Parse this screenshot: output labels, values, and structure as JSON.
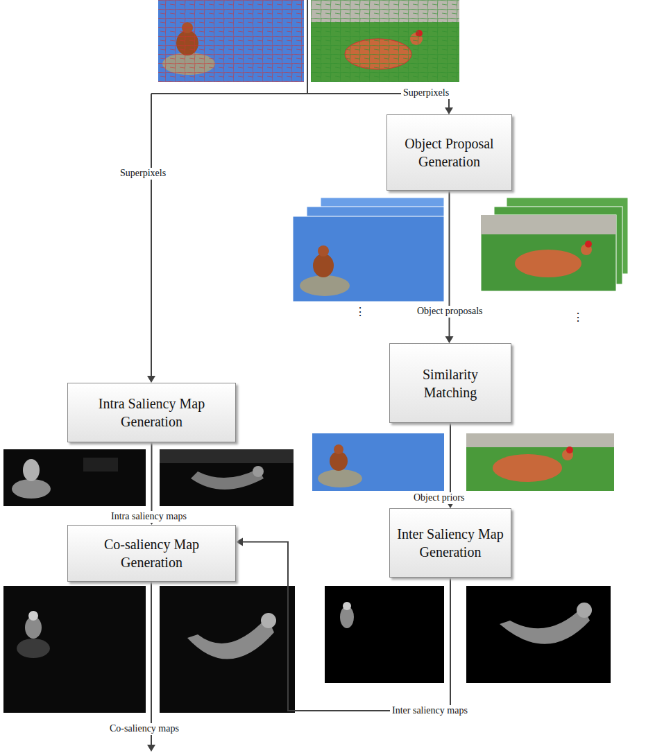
{
  "diagram": {
    "nodes": [
      {
        "text": [
          "Object Proposal Generation"
        ]
      },
      {
        "text": [
          "Intra Saliency Map Generation"
        ]
      },
      {
        "text": [
          "Similarity Matching"
        ]
      },
      {
        "text": [
          "Inter Saliency Map Generation"
        ]
      },
      {
        "text": [
          "Co-saliency Map Generation"
        ]
      }
    ],
    "edges": [
      {
        "from": 0,
        "to": 2,
        "arrow": "to",
        "label": "Object proposals"
      },
      {
        "from": 2,
        "to": 3,
        "arrow": "to",
        "label": "Object priors"
      },
      {
        "from": 1,
        "to": 4,
        "arrow": "to",
        "label": "Intra saliency maps"
      },
      {
        "from": 3,
        "to": 4,
        "arrow": "to",
        "label": "Inter saliency maps"
      }
    ],
    "labels": [
      "Superpixels",
      "Superpixels",
      "⋮",
      "⋮",
      "Co-saliency maps"
    ]
  }
}
